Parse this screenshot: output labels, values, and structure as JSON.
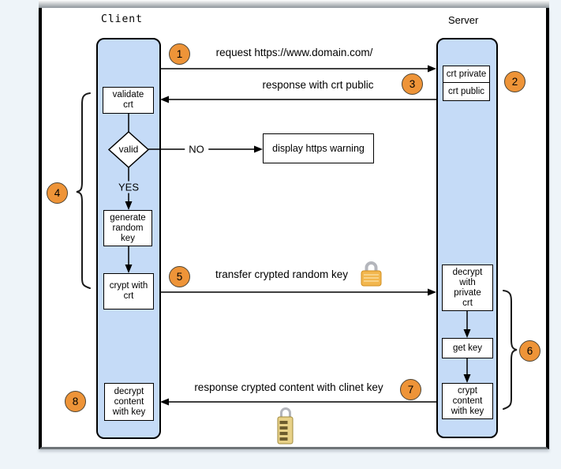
{
  "actors": {
    "client": "Client",
    "server": "Server"
  },
  "steps": {
    "s1": "1",
    "s2": "2",
    "s3": "3",
    "s4": "4",
    "s5": "5",
    "s6": "6",
    "s7": "7",
    "s8": "8"
  },
  "messages": {
    "m1": "request https://www.domain.com/",
    "m3": "response with crt public",
    "m5": "transfer crypted random key",
    "m7": "response crypted content with clinet key"
  },
  "client_flow": {
    "validate_crt": "validate\ncrt",
    "valid": "valid",
    "no": "NO",
    "yes": "YES",
    "warning": "display https warning",
    "generate_key": "generate\nrandom\nkey",
    "crypt_with_crt": "crypt with\ncrt",
    "decrypt_content": "decrypt\ncontent\nwith key"
  },
  "server_flow": {
    "crt_private": "crt private",
    "crt_public": "crt public",
    "decrypt_with_private_crt": "decrypt\nwith\nprivate\ncrt",
    "get_key": "get key",
    "crypt_content_with_key": "crypt\ncontent\nwith key"
  },
  "icons": {
    "lock_closed": "padlock-icon",
    "lock_combination": "combination-lock-icon"
  },
  "colors": {
    "lifeline_fill": "#c5dbf7",
    "step_circle_fill": "#ee9438",
    "box_fill": "#ffffff",
    "stroke": "#000000"
  }
}
